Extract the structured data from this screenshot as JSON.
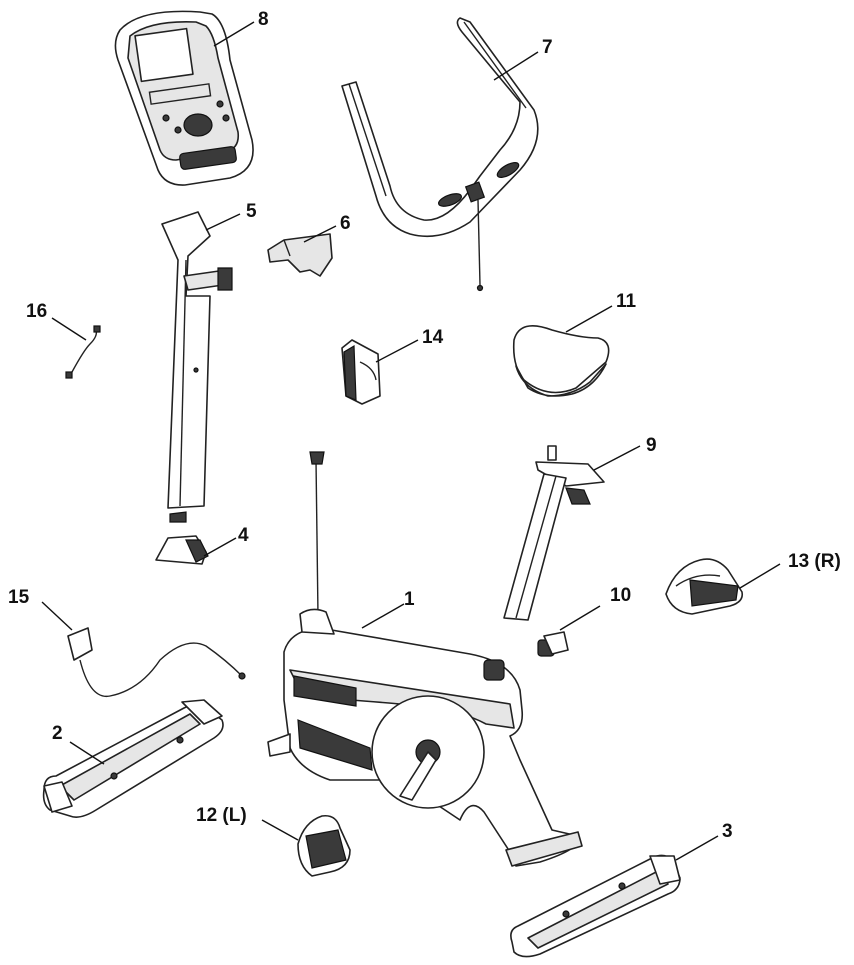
{
  "diagram": {
    "callouts": [
      {
        "id": "c8",
        "text": "8"
      },
      {
        "id": "c7",
        "text": "7"
      },
      {
        "id": "c5",
        "text": "5"
      },
      {
        "id": "c6",
        "text": "6"
      },
      {
        "id": "c16",
        "text": "16"
      },
      {
        "id": "c14",
        "text": "14"
      },
      {
        "id": "c11",
        "text": "11"
      },
      {
        "id": "c9",
        "text": "9"
      },
      {
        "id": "c4",
        "text": "4"
      },
      {
        "id": "c13",
        "text": "13 (R)"
      },
      {
        "id": "c15",
        "text": "15"
      },
      {
        "id": "c1",
        "text": "1"
      },
      {
        "id": "c10",
        "text": "10"
      },
      {
        "id": "c2",
        "text": "2"
      },
      {
        "id": "c12",
        "text": "12 (L)"
      },
      {
        "id": "c3",
        "text": "3"
      }
    ]
  },
  "colors": {
    "line": "#222222",
    "fill": "#ffffff",
    "shade": "#e6e6e6",
    "dark": "#3a3a3a"
  }
}
